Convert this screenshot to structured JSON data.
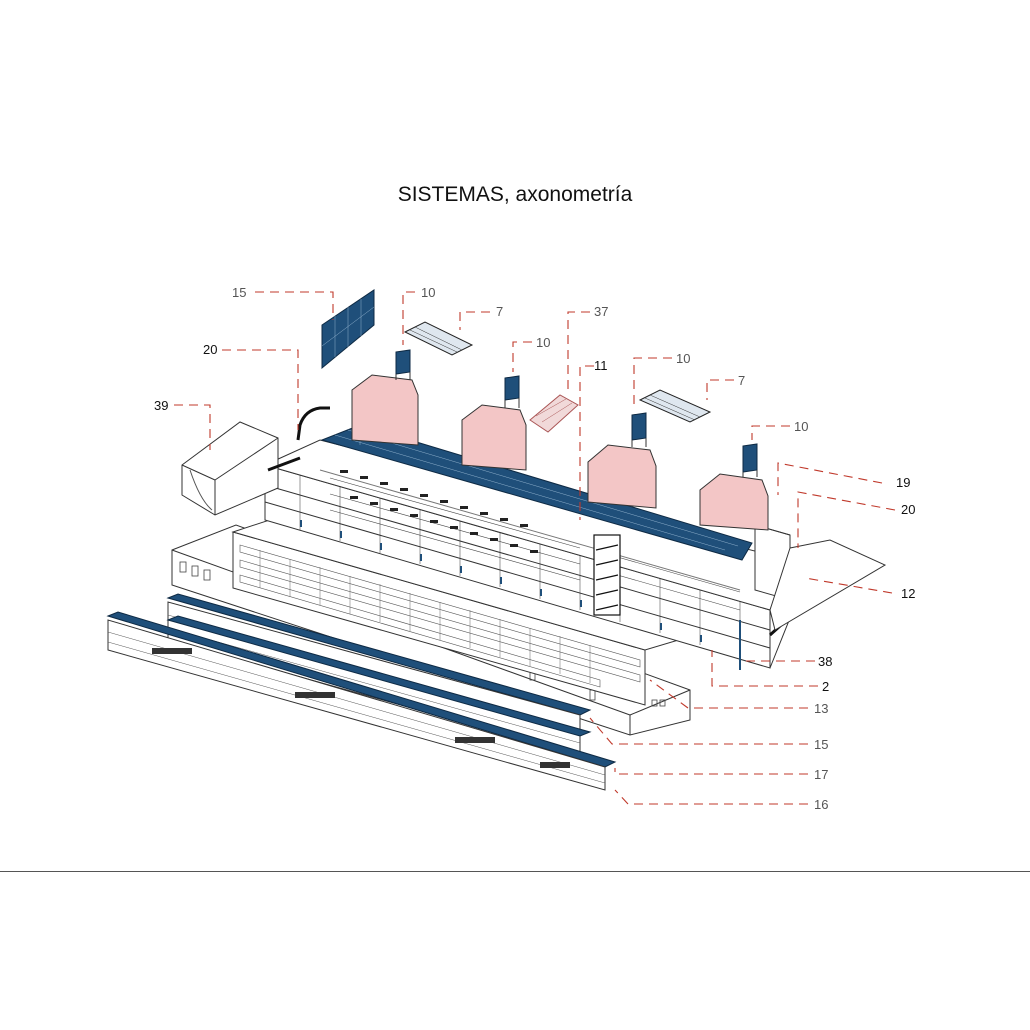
{
  "title": "SISTEMAS, axonometría",
  "colors": {
    "roof_blue": "#1f4f7a",
    "tower_pink": "#f3c6c6",
    "leader_red": "#c0392b",
    "line": "#333333"
  },
  "callouts": [
    {
      "label": "15",
      "dark": false
    },
    {
      "label": "10",
      "dark": false
    },
    {
      "label": "7",
      "dark": false
    },
    {
      "label": "37",
      "dark": false
    },
    {
      "label": "20",
      "dark": true
    },
    {
      "label": "10",
      "dark": false
    },
    {
      "label": "11",
      "dark": true
    },
    {
      "label": "10",
      "dark": false
    },
    {
      "label": "39",
      "dark": true
    },
    {
      "label": "7",
      "dark": false
    },
    {
      "label": "10",
      "dark": false
    },
    {
      "label": "19",
      "dark": true
    },
    {
      "label": "20",
      "dark": true
    },
    {
      "label": "12",
      "dark": true
    },
    {
      "label": "38",
      "dark": true
    },
    {
      "label": "2",
      "dark": true
    },
    {
      "label": "13",
      "dark": false
    },
    {
      "label": "15",
      "dark": false
    },
    {
      "label": "17",
      "dark": false
    },
    {
      "label": "16",
      "dark": false
    }
  ]
}
